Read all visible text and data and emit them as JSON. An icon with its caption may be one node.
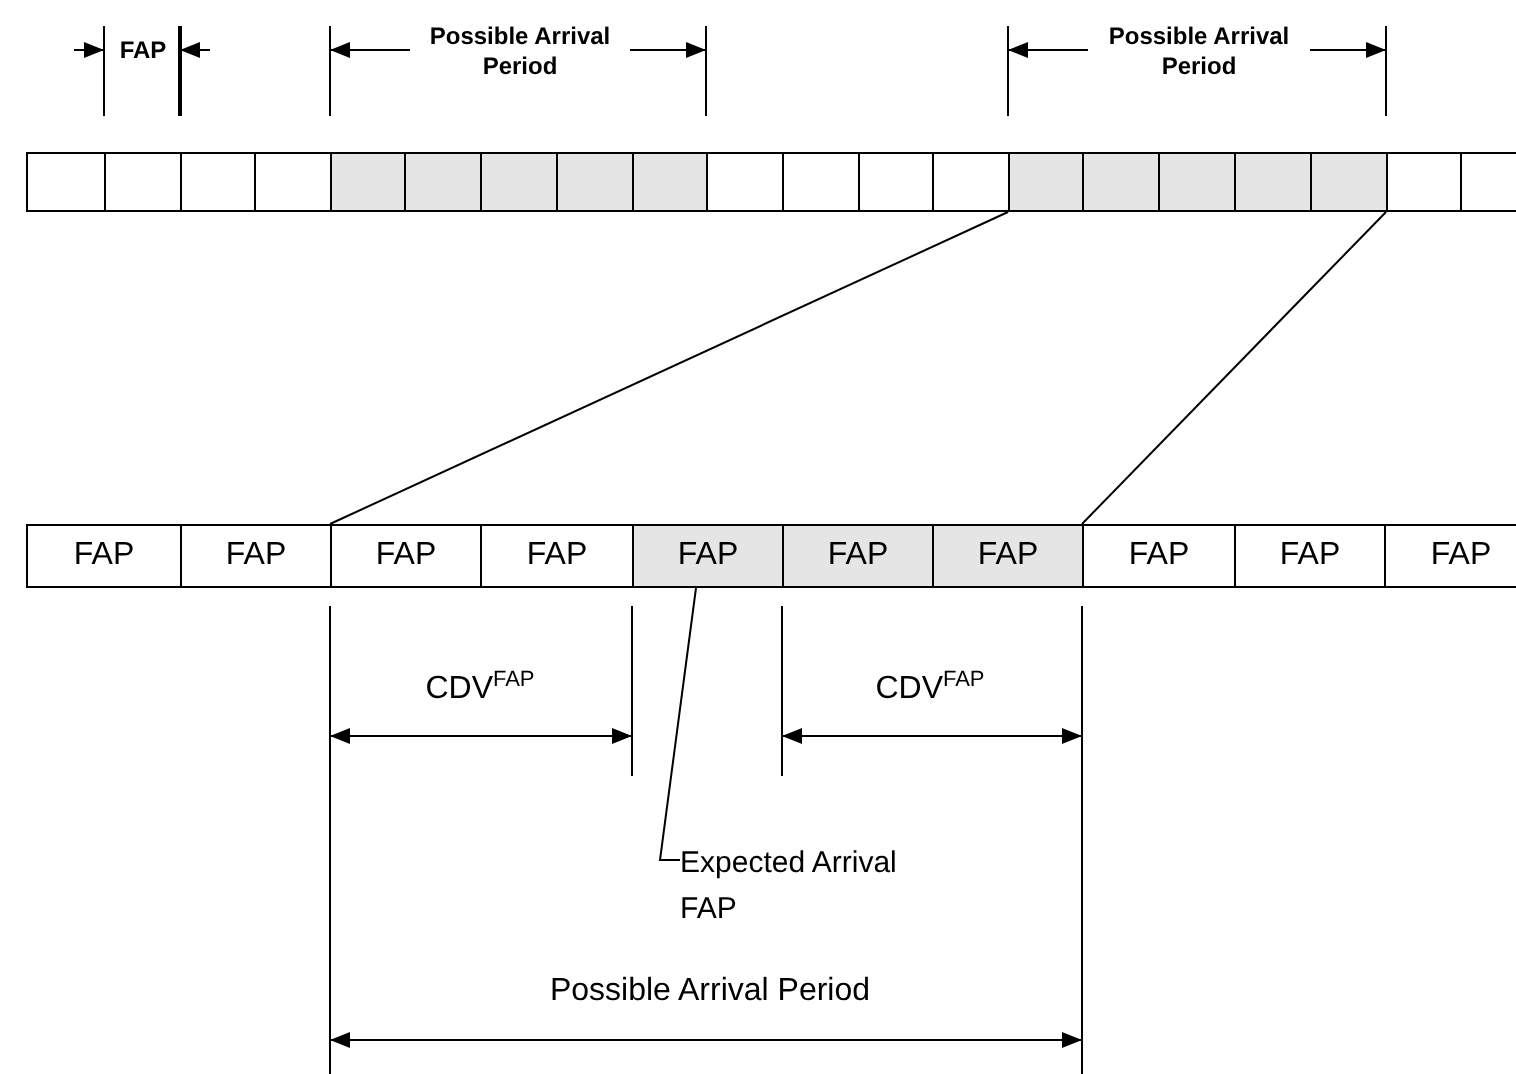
{
  "diagram": {
    "nodes": [
      {
        "text": [],
        "shape": "box"
      },
      {
        "text": [],
        "shape": "box"
      },
      {
        "text": [],
        "shape": "box"
      },
      {
        "text": [],
        "shape": "box"
      },
      {
        "text": [],
        "shape": "box"
      },
      {
        "text": [],
        "shape": "box"
      },
      {
        "text": [],
        "shape": "box"
      },
      {
        "text": [],
        "shape": "box"
      },
      {
        "text": [],
        "shape": "box"
      },
      {
        "text": [],
        "shape": "box"
      },
      {
        "text": [],
        "shape": "box"
      },
      {
        "text": [],
        "shape": "box"
      },
      {
        "text": [],
        "shape": "box"
      },
      {
        "text": [],
        "shape": "box"
      },
      {
        "text": [],
        "shape": "box"
      },
      {
        "text": [],
        "shape": "box"
      },
      {
        "text": [],
        "shape": "box"
      },
      {
        "text": [],
        "shape": "box"
      },
      {
        "text": [],
        "shape": "box"
      },
      {
        "text": [],
        "shape": "box"
      },
      {
        "text": [
          "FAP"
        ]
      },
      {
        "text": [
          "FAP"
        ]
      },
      {
        "text": [
          "FAP"
        ]
      },
      {
        "text": [
          "FAP"
        ]
      },
      {
        "text": [
          "FAP"
        ]
      },
      {
        "text": [
          "FAP"
        ]
      },
      {
        "text": [
          "FAP"
        ]
      },
      {
        "text": [
          "FAP"
        ]
      },
      {
        "text": [
          "FAP"
        ]
      },
      {
        "text": [
          "FAP"
        ]
      },
      {
        "text": [
          "Expected Arrival FAP"
        ]
      }
    ],
    "edges": [
      {
        "from": 13,
        "to": 22,
        "arrow": "none"
      },
      {
        "from": 17,
        "to": 26,
        "arrow": "none"
      },
      {
        "from": 30,
        "to": 24,
        "arrow": "none"
      }
    ],
    "labels": [
      "FAP",
      "Possible Arrival Period",
      "Possible Arrival Period",
      "CDV$^{FAP}$",
      "CDV$^{FAP}$",
      "Possible Arrival Period"
    ]
  }
}
